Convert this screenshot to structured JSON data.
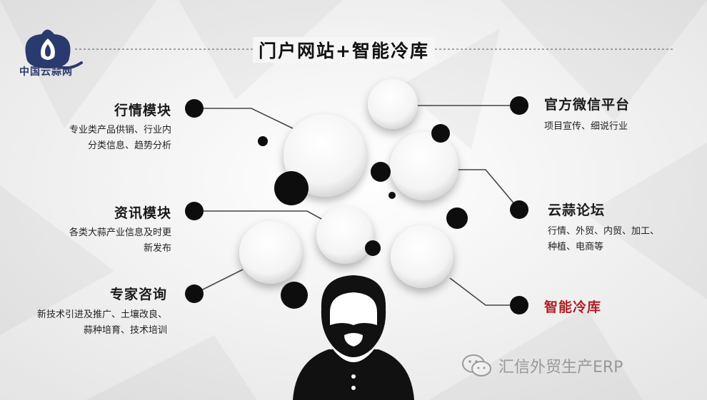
{
  "brand": {
    "logo_text": "中国云蒜网"
  },
  "title": "门户网站+智能冷库",
  "modules": [
    {
      "id": "market",
      "heading": "行情模块",
      "desc": [
        "专业类产品供销、行业内",
        "分类信息、趋势分析"
      ]
    },
    {
      "id": "news",
      "heading": "资讯模块",
      "desc": [
        "各类大蒜产业信息及时更",
        "新发布"
      ]
    },
    {
      "id": "expert",
      "heading": "专家咨询",
      "desc": [
        "新技术引进及推广、土壤改良、",
        "蒜种培育、技术培训"
      ]
    },
    {
      "id": "wechat",
      "heading": "官方微信平台",
      "desc": [
        "项目宣传、细说行业"
      ]
    },
    {
      "id": "forum",
      "heading": "云蒜论坛",
      "desc": [
        "行情、外贸、内贸、加工、",
        "种植、电商等"
      ]
    },
    {
      "id": "coldstore",
      "heading": "智能冷库",
      "desc": []
    }
  ],
  "watermark": {
    "text": "汇信外贸生产ERP",
    "icon": "wechat-icon"
  },
  "colors": {
    "accent_red": "#b01e23",
    "dot": "#0d0d0d",
    "bubble": "#f7f7f7",
    "logo_blue": "#2a3a6e"
  }
}
